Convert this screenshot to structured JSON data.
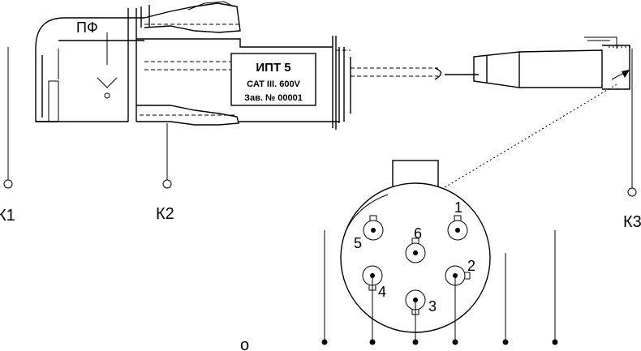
{
  "plate": {
    "title": "ИПТ 5",
    "category": "CAT III. 600V",
    "serial": "Зав. № 00001"
  },
  "body_mark": "ПФ",
  "terminals": {
    "k1": "К1",
    "k2": "К2",
    "k3": "К3"
  },
  "connector_pins": [
    "1",
    "2",
    "3",
    "4",
    "5",
    "6"
  ],
  "bottom_mark": "о"
}
